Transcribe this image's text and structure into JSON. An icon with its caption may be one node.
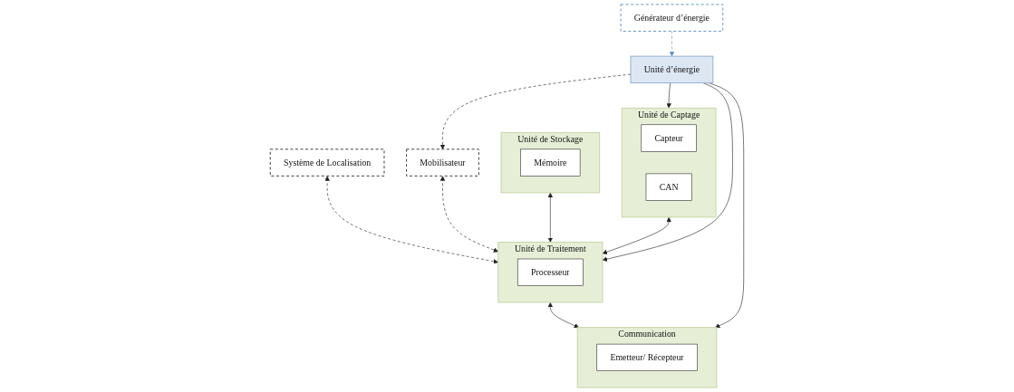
{
  "diagram": {
    "nodes": [
      {
        "text": [
          "Système de Localisation"
        ]
      },
      {
        "text": [
          "Mobilisateur"
        ]
      },
      {
        "text": [
          "Unité de Stockage"
        ]
      },
      {
        "text": [
          "Mémoire"
        ],
        "in": 2
      },
      {
        "text": [
          "Unité de Captage"
        ]
      },
      {
        "text": [
          "Capteur"
        ],
        "in": 4
      },
      {
        "text": [
          "CAN"
        ],
        "in": 4
      },
      {
        "text": [
          "Unité de Traitement"
        ]
      },
      {
        "text": [
          "Processeur"
        ],
        "in": 7
      },
      {
        "text": [
          "Communication"
        ]
      },
      {
        "text": [
          "Emetteur/ Récepteur"
        ],
        "in": 9
      },
      {
        "text": [
          "Unité d’énergie"
        ]
      },
      {
        "text": [
          "Générateur d’énergie"
        ]
      }
    ],
    "edges": [
      {
        "from": 0,
        "to": 7,
        "arrow": "both",
        "style": "dashed"
      },
      {
        "from": 1,
        "to": 7,
        "arrow": "both",
        "style": "dashed"
      },
      {
        "from": 11,
        "to": 1,
        "arrow": "to",
        "style": "dashed"
      },
      {
        "from": 2,
        "to": 7,
        "arrow": "both"
      },
      {
        "from": 4,
        "to": 7,
        "arrow": "both"
      },
      {
        "from": 7,
        "to": 9,
        "arrow": "both"
      },
      {
        "from": 11,
        "to": 4,
        "arrow": "to"
      },
      {
        "from": 11,
        "to": 7,
        "arrow": "to"
      },
      {
        "from": 11,
        "to": 9,
        "arrow": "to"
      },
      {
        "from": 12,
        "to": 11,
        "arrow": "to",
        "style": "dashed",
        "color": "#5b8fc7"
      }
    ]
  }
}
